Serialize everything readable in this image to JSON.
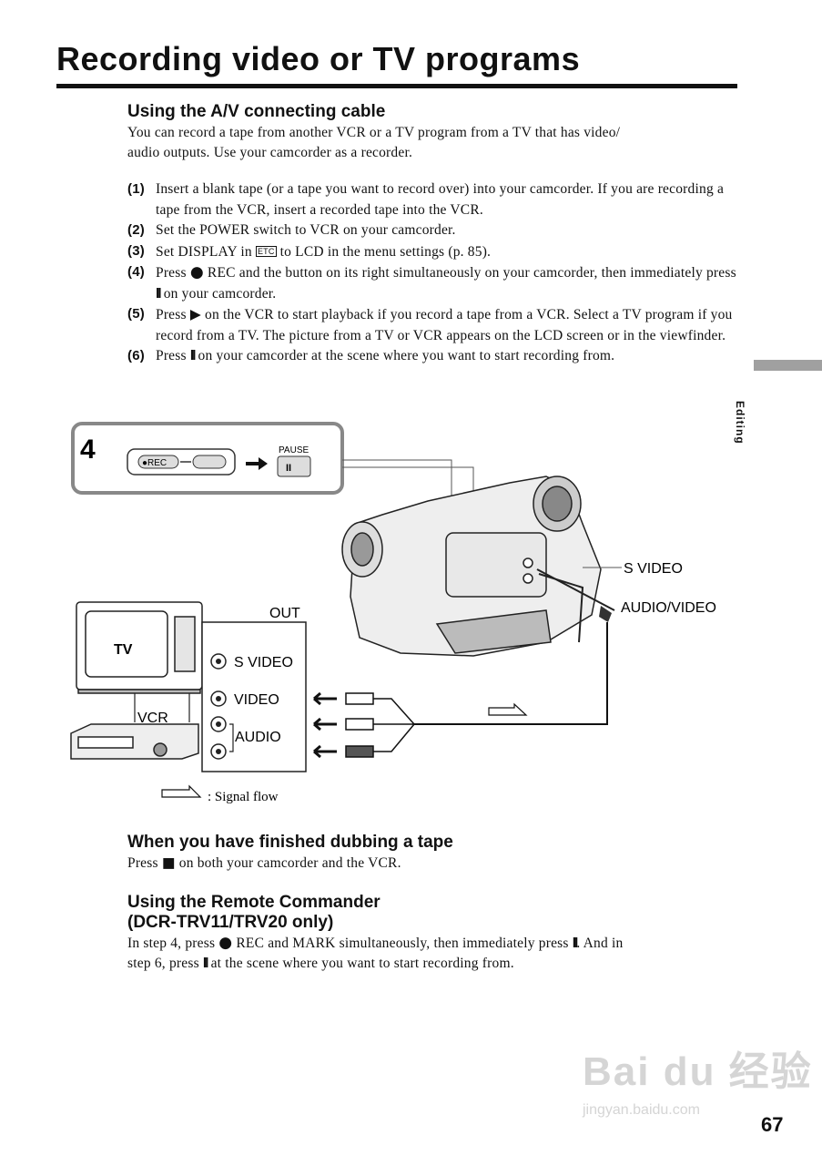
{
  "page": {
    "title": "Recording video or TV programs",
    "side_tab": "Editing",
    "page_number": "67"
  },
  "section1": {
    "heading": "Using the A/V connecting cable",
    "intro_line1": "You can record a tape from another VCR or a TV program from a TV that has video/",
    "intro_line2": "audio outputs. Use your camcorder as a recorder."
  },
  "steps": [
    {
      "num": "(1)",
      "text": "Insert a blank tape (or a tape you want to record over) into your camcorder. If you are recording a tape from the VCR, insert a recorded tape into the VCR."
    },
    {
      "num": "(2)",
      "text": "Set the POWER switch to VCR on your camcorder."
    },
    {
      "num": "(3)",
      "pre": "Set DISPLAY in ",
      "icon": "ETC",
      "post": " to LCD in the menu settings (p. 85)."
    },
    {
      "num": "(4)",
      "pre": "Press ",
      "icon": "●",
      "post": " REC and the button on its right simultaneously on your camcorder, then immediately press ",
      "icon2": "II",
      "post2": " on your camcorder."
    },
    {
      "num": "(5)",
      "pre": "Press ",
      "icon": "▶",
      "post": " on the VCR to start playback if you record a tape from a VCR. Select a TV program if you record from a TV. The picture from a TV or VCR appears on the LCD screen or in the viewfinder."
    },
    {
      "num": "(6)",
      "pre": "Press ",
      "icon": "II",
      "post": " on your camcorder at the scene where you want to start recording from."
    }
  ],
  "diagram": {
    "step_number": "4",
    "rec_label": "●REC",
    "pause_label": "PAUSE",
    "pause_symbol": "II",
    "tv_label": "TV",
    "vcr_label": "VCR",
    "out_label": "OUT",
    "s_video_label": "S VIDEO",
    "video_label": "VIDEO",
    "audio_label": "AUDIO",
    "cam_s_video": "S VIDEO",
    "cam_av": "AUDIO/VIDEO",
    "legend": ": Signal flow"
  },
  "section2": {
    "heading": "When you have finished dubbing a tape",
    "pre": "Press ",
    "icon": "■",
    "post": " on both your camcorder and the VCR."
  },
  "section3": {
    "heading_line1": "Using the Remote Commander",
    "heading_line2": "(DCR-TRV11/TRV20 only)",
    "l1_pre": "In step 4, press ",
    "l1_icon": "●",
    "l1_mid": " REC and MARK simultaneously, then immediately press ",
    "l1_icon2": "II",
    "l1_post": ". And in",
    "l2_pre": "step 6, press ",
    "l2_icon": "II",
    "l2_post": " at the scene where you want to start recording from."
  },
  "watermark": {
    "main": "Bai du 经验",
    "url": "jingyan.baidu.com"
  }
}
